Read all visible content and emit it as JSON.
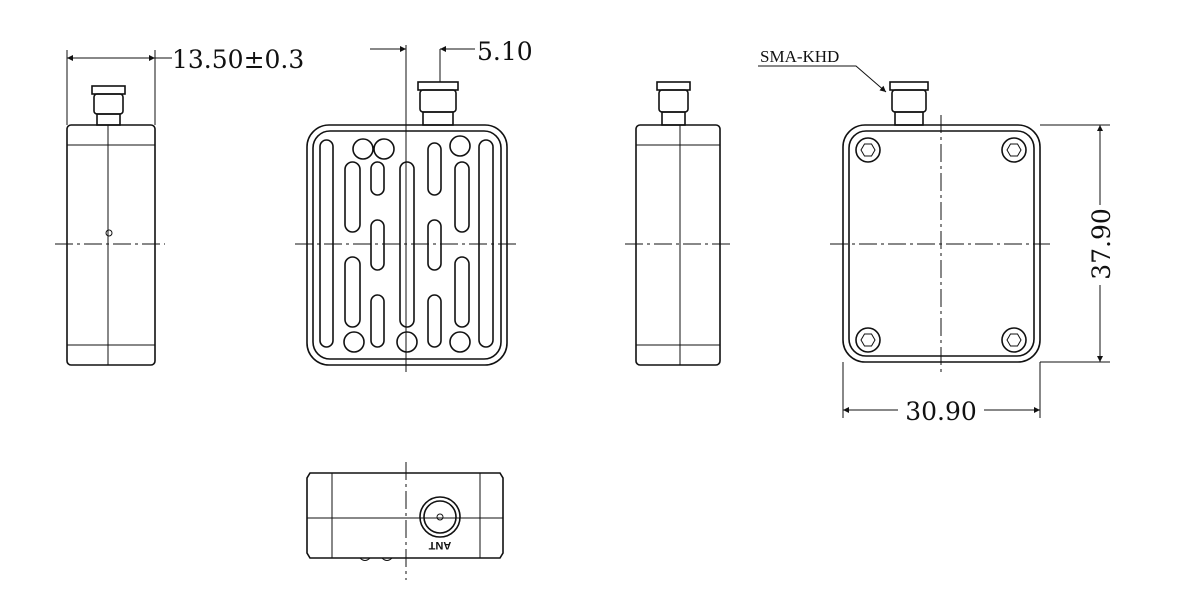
{
  "dimensions": {
    "thickness": "13.50±0.3",
    "connector_offset": "5.10",
    "height": "37.90",
    "width": "30.90"
  },
  "labels": {
    "connector_type": "SMA-KHD",
    "antenna_port": "ANT"
  },
  "colors": {
    "line": "#111111",
    "background": "#ffffff"
  }
}
